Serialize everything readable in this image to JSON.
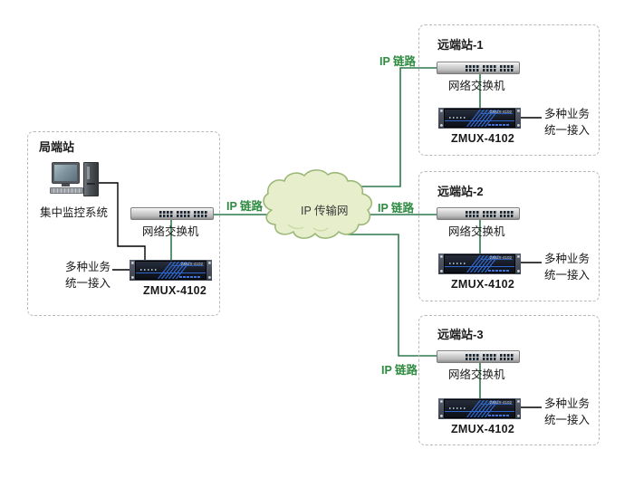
{
  "colors": {
    "background": "#ffffff",
    "box_border": "#b9b9b9",
    "wire_black": "#000000",
    "wire_green": "#2f7a4d",
    "link_label_green": "#2e8b40",
    "cloud_fill": "#e6eecb",
    "cloud_stroke": "#9cb878",
    "device_blue": "#2f66cc",
    "text": "#1a1a1a"
  },
  "cloud": {
    "label": "IP 传输网"
  },
  "links": [
    {
      "label": "IP 链路"
    },
    {
      "label": "IP 链路"
    },
    {
      "label": "IP 链路"
    },
    {
      "label": "IP 链路"
    }
  ],
  "local_station": {
    "title": "局端站",
    "computer_label": "集中监控系统",
    "switch_label": "网络交换机",
    "device_label": "ZMUX-4102",
    "device_face_label": "ZMUX-4102",
    "access_line1": "多种业务",
    "access_line2": "统一接入"
  },
  "remote_stations": [
    {
      "title": "远端站-1",
      "switch_label": "网络交换机",
      "device_label": "ZMUX-4102",
      "device_face_label": "ZMUX-4102",
      "access_line1": "多种业务",
      "access_line2": "统一接入"
    },
    {
      "title": "远端站-2",
      "switch_label": "网络交换机",
      "device_label": "ZMUX-4102",
      "device_face_label": "ZMUX-4102",
      "access_line1": "多种业务",
      "access_line2": "统一接入"
    },
    {
      "title": "远端站-3",
      "switch_label": "网络交换机",
      "device_label": "ZMUX-4102",
      "device_face_label": "ZMUX-4102",
      "access_line1": "多种业务",
      "access_line2": "统一接入"
    }
  ]
}
